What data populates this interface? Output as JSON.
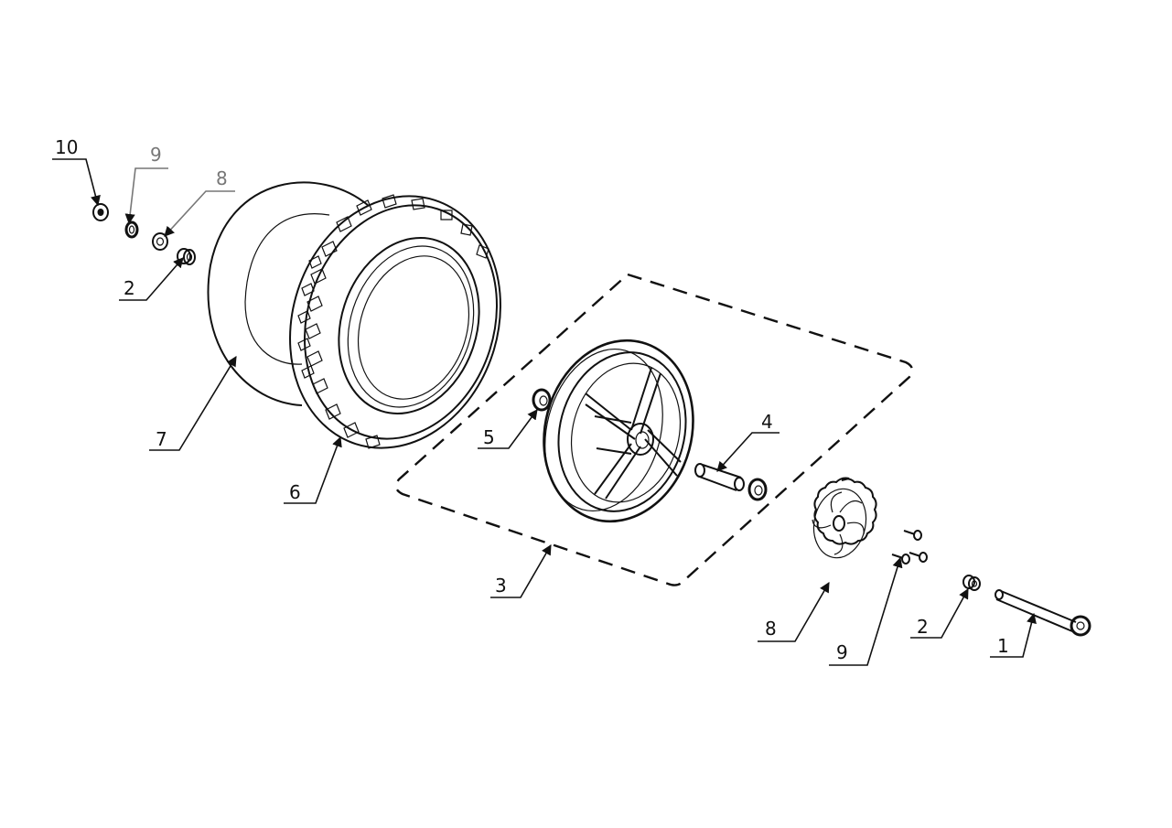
{
  "callouts": [
    {
      "key": "c10",
      "label": "10"
    },
    {
      "key": "c9a",
      "label": "9"
    },
    {
      "key": "c8a",
      "label": "8"
    },
    {
      "key": "c2a",
      "label": "2"
    },
    {
      "key": "c7",
      "label": "7"
    },
    {
      "key": "c6",
      "label": "6"
    },
    {
      "key": "c5",
      "label": "5"
    },
    {
      "key": "c4",
      "label": "4"
    },
    {
      "key": "c3",
      "label": "3"
    },
    {
      "key": "c8b",
      "label": "8"
    },
    {
      "key": "c9b",
      "label": "9"
    },
    {
      "key": "c2b",
      "label": "2"
    },
    {
      "key": "c1",
      "label": "1"
    }
  ]
}
